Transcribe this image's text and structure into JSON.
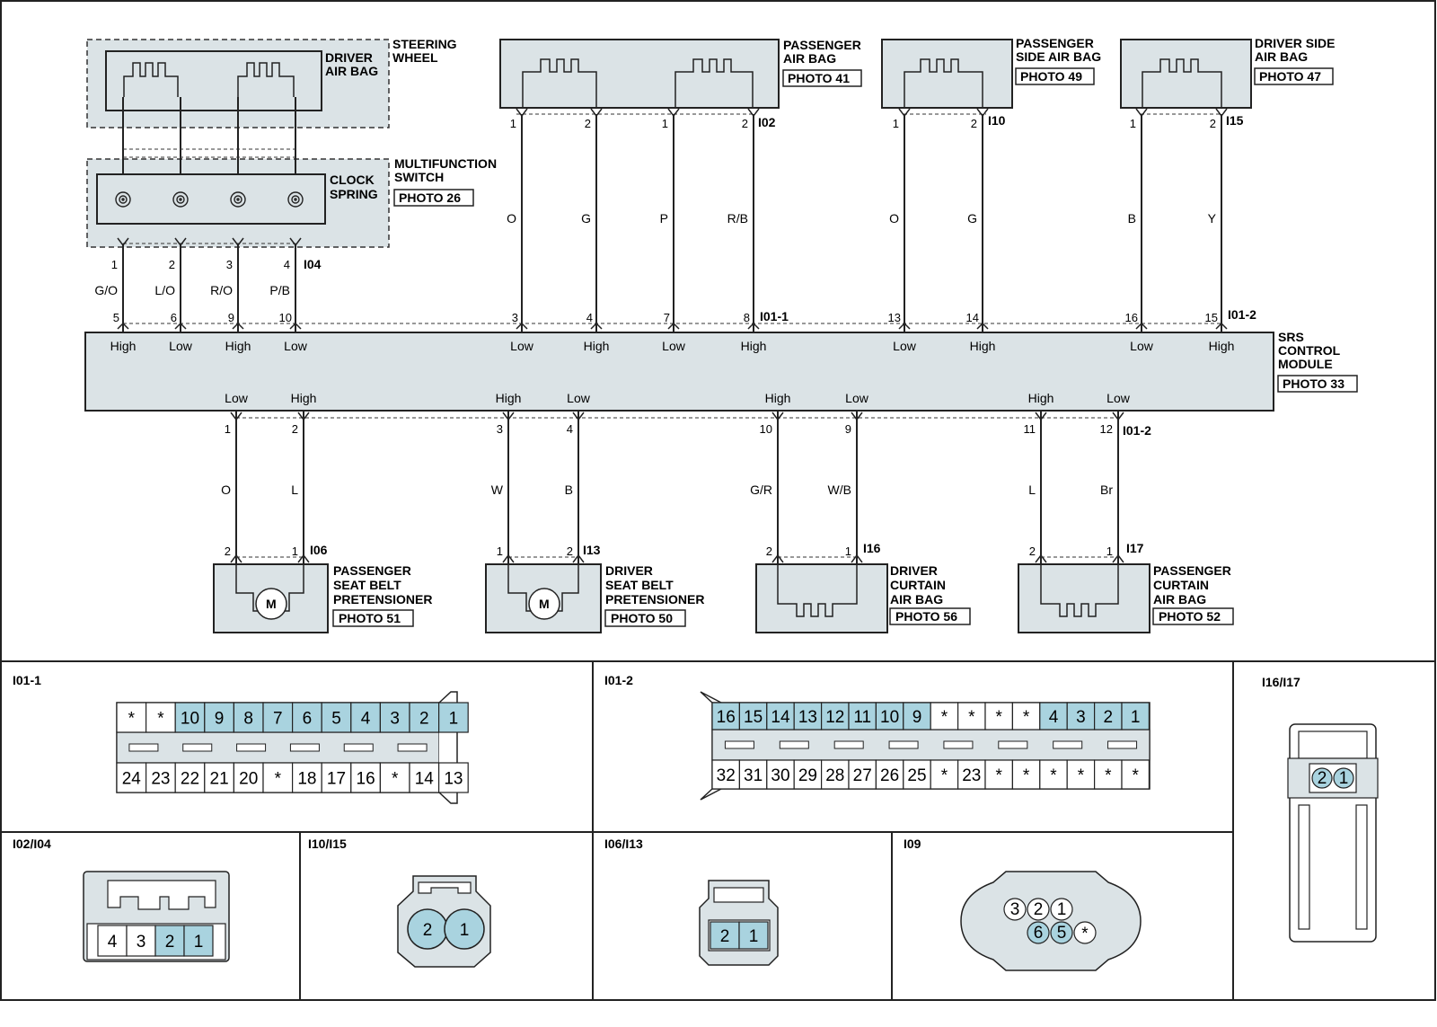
{
  "diagram": {
    "components": {
      "steering_wheel": [
        "STEERING",
        "WHEEL"
      ],
      "driver_air_bag": [
        "DRIVER",
        "AIR BAG"
      ],
      "multifunction_switch": [
        "MULTIFUNCTION",
        "SWITCH"
      ],
      "clock_spring": [
        "CLOCK",
        "SPRING"
      ],
      "clock_spring_photo": "PHOTO 26",
      "passenger_air_bag": [
        "PASSENGER",
        "AIR BAG"
      ],
      "passenger_air_bag_photo": "PHOTO 41",
      "passenger_side_air_bag": [
        "PASSENGER",
        "SIDE AIR BAG"
      ],
      "passenger_side_air_bag_photo": "PHOTO 49",
      "driver_side_air_bag": [
        "DRIVER SIDE",
        "AIR BAG"
      ],
      "driver_side_air_bag_photo": "PHOTO 47",
      "srs_module": [
        "SRS",
        "CONTROL",
        "MODULE"
      ],
      "srs_module_photo": "PHOTO 33",
      "passenger_seat_belt": [
        "PASSENGER",
        "SEAT BELT",
        "PRETENSIONER"
      ],
      "passenger_seat_belt_photo": "PHOTO 51",
      "driver_seat_belt": [
        "DRIVER",
        "SEAT BELT",
        "PRETENSIONER"
      ],
      "driver_seat_belt_photo": "PHOTO 50",
      "driver_curtain": [
        "DRIVER",
        "CURTAIN",
        "AIR BAG"
      ],
      "driver_curtain_photo": "PHOTO 56",
      "passenger_curtain": [
        "PASSENGER",
        "CURTAIN",
        "AIR BAG"
      ],
      "passenger_curtain_photo": "PHOTO 52",
      "motor_symbol": "M"
    },
    "connectors": {
      "i04": "I04",
      "i02": "I02",
      "i10": "I10",
      "i15": "I15",
      "i01_1": "I01-1",
      "i01_2_top": "I01-2",
      "i01_2_bottom": "I01-2",
      "i06": "I06",
      "i13": "I13",
      "i16": "I16",
      "i17": "I17"
    },
    "top_wires": [
      {
        "top_pin": "1",
        "color": "G/O",
        "srs_pin": "5",
        "signal": "High"
      },
      {
        "top_pin": "2",
        "color": "L/O",
        "srs_pin": "6",
        "signal": "Low"
      },
      {
        "top_pin": "3",
        "color": "R/O",
        "srs_pin": "9",
        "signal": "High"
      },
      {
        "top_pin": "4",
        "color": "P/B",
        "srs_pin": "10",
        "signal": "Low"
      },
      {
        "top_pin": "1",
        "color": "O",
        "srs_pin": "3",
        "signal": "Low"
      },
      {
        "top_pin": "2",
        "color": "G",
        "srs_pin": "4",
        "signal": "High"
      },
      {
        "top_pin": "1",
        "color": "P",
        "srs_pin": "7",
        "signal": "Low"
      },
      {
        "top_pin": "2",
        "color": "R/B",
        "srs_pin": "8",
        "signal": "High"
      },
      {
        "top_pin": "1",
        "color": "O",
        "srs_pin": "13",
        "signal": "Low"
      },
      {
        "top_pin": "2",
        "color": "G",
        "srs_pin": "14",
        "signal": "High"
      },
      {
        "top_pin": "1",
        "color": "B",
        "srs_pin": "16",
        "signal": "Low"
      },
      {
        "top_pin": "2",
        "color": "Y",
        "srs_pin": "15",
        "signal": "High"
      }
    ],
    "bottom_wires": [
      {
        "signal": "Low",
        "srs_pin": "1",
        "color": "O",
        "comp_pin": "2"
      },
      {
        "signal": "High",
        "srs_pin": "2",
        "color": "L",
        "comp_pin": "1"
      },
      {
        "signal": "High",
        "srs_pin": "3",
        "color": "W",
        "comp_pin": "1"
      },
      {
        "signal": "Low",
        "srs_pin": "4",
        "color": "B",
        "comp_pin": "2"
      },
      {
        "signal": "High",
        "srs_pin": "10",
        "color": "G/R",
        "comp_pin": "2"
      },
      {
        "signal": "Low",
        "srs_pin": "9",
        "color": "W/B",
        "comp_pin": "1"
      },
      {
        "signal": "High",
        "srs_pin": "11",
        "color": "L",
        "comp_pin": "2"
      },
      {
        "signal": "Low",
        "srs_pin": "12",
        "color": "Br",
        "comp_pin": "1"
      }
    ]
  },
  "connector_views": {
    "i01_1": {
      "title": "I01-1",
      "top_row": [
        "*",
        "*",
        "10",
        "9",
        "8",
        "7",
        "6",
        "5",
        "4",
        "3",
        "2",
        "1"
      ],
      "bottom_row": [
        "24",
        "23",
        "22",
        "21",
        "20",
        "*",
        "18",
        "17",
        "16",
        "*",
        "14",
        "13"
      ]
    },
    "i01_2": {
      "title": "I01-2",
      "top_row": [
        "16",
        "15",
        "14",
        "13",
        "12",
        "11",
        "10",
        "9",
        "*",
        "*",
        "*",
        "*",
        "4",
        "3",
        "2",
        "1"
      ],
      "bottom_row": [
        "32",
        "31",
        "30",
        "29",
        "28",
        "27",
        "26",
        "25",
        "*",
        "23",
        "*",
        "*",
        "*",
        "*",
        "*",
        "*"
      ]
    },
    "i16_i17": {
      "title": "I16/I17",
      "pins": [
        "2",
        "1"
      ]
    },
    "i02_i04": {
      "title": "I02/I04",
      "pins": [
        "4",
        "3",
        "2",
        "1"
      ]
    },
    "i10_i15": {
      "title": "I10/I15",
      "pins": [
        "2",
        "1"
      ]
    },
    "i06_i13": {
      "title": "I06/I13",
      "pins": [
        "2",
        "1"
      ]
    },
    "i09": {
      "title": "I09",
      "top_pins": [
        "3",
        "2",
        "1"
      ],
      "bottom_pins": [
        "6",
        "5",
        "*"
      ]
    }
  },
  "colors": {
    "fill": "#dbe3e6",
    "highlight": "#a9d3df",
    "line": "#222222"
  }
}
